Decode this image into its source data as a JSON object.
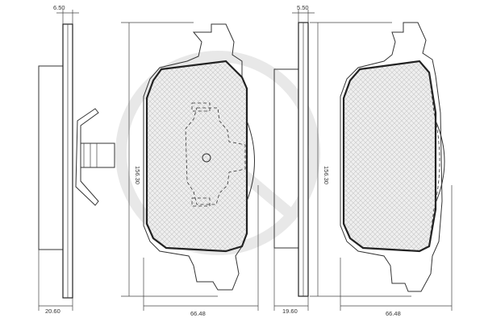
{
  "dimensions": {
    "left_thickness": "6.50",
    "left_depth": "20.60",
    "pad_height": "156.30",
    "pad_width": "66.48",
    "right_thickness": "5.50",
    "right_depth": "19.60",
    "right_pad_height": "156.30",
    "right_pad_width": "66.48"
  },
  "colors": {
    "hatch": "#c8c8c8",
    "fill": "#ededed",
    "line": "#222222"
  }
}
